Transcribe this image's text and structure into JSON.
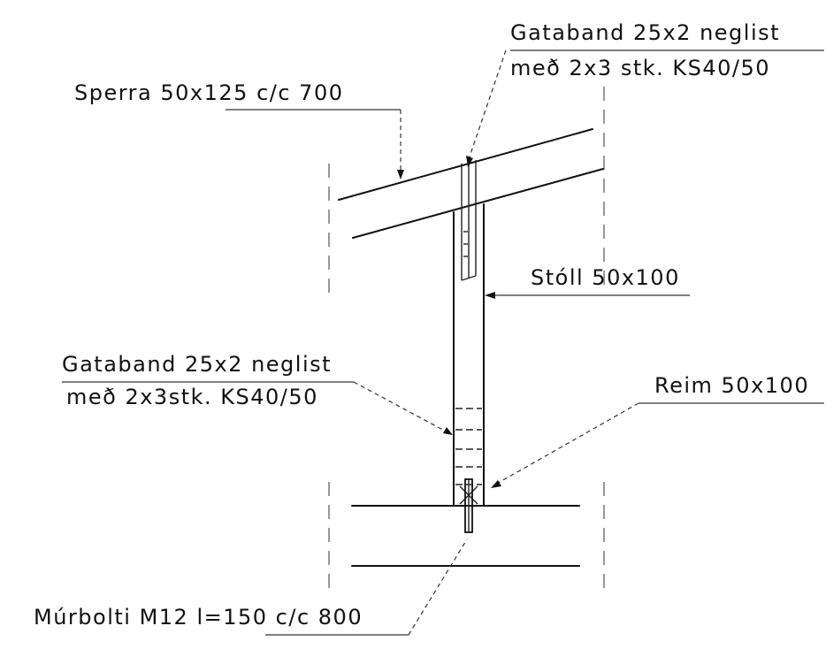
{
  "labels": {
    "rafter": "Sperra 50x125 c/c 700",
    "strap_top_line1": "Gataband 25x2 neglist",
    "strap_top_line2": "með 2x3 stk. KS40/50",
    "stud": "Stóll 50x100",
    "strap_bottom_line1": "Gataband 25x2 neglist",
    "strap_bottom_line2": "með 2x3stk. KS40/50",
    "plate": "Reim 50x100",
    "bolt": "Múrbolti M12 l=150 c/c 800"
  }
}
